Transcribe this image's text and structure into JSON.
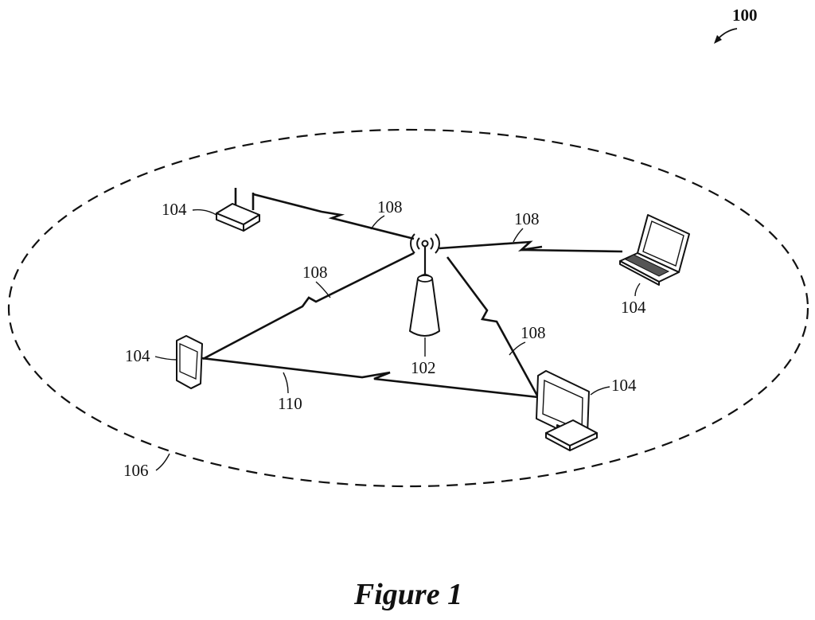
{
  "figure": {
    "caption": "Figure 1",
    "system_ref": "100",
    "coverage_area_ref": "106",
    "base_station_ref": "102",
    "device_refs": {
      "router": "104",
      "laptop": "104",
      "tablet": "104",
      "monitor": "104"
    },
    "link_refs": {
      "router_link": "108",
      "laptop_link": "108",
      "tablet_link": "108",
      "monitor_link": "108",
      "direct_link": "110"
    }
  },
  "nodes": [
    {
      "id": "base-station",
      "type": "cell-tower",
      "ref": "102"
    },
    {
      "id": "router",
      "type": "wireless-router",
      "ref": "104"
    },
    {
      "id": "laptop",
      "type": "laptop",
      "ref": "104"
    },
    {
      "id": "tablet",
      "type": "tablet",
      "ref": "104"
    },
    {
      "id": "monitor",
      "type": "display-monitor",
      "ref": "104"
    }
  ],
  "edges": [
    {
      "from": "base-station",
      "to": "router",
      "ref": "108",
      "style": "wireless"
    },
    {
      "from": "base-station",
      "to": "laptop",
      "ref": "108",
      "style": "wireless"
    },
    {
      "from": "base-station",
      "to": "tablet",
      "ref": "108",
      "style": "wireless"
    },
    {
      "from": "base-station",
      "to": "monitor",
      "ref": "108",
      "style": "wireless"
    },
    {
      "from": "tablet",
      "to": "monitor",
      "ref": "110",
      "style": "wireless"
    }
  ],
  "icons": [
    "lightning-link-icon",
    "cell-tower-icon",
    "router-icon",
    "laptop-icon",
    "tablet-icon",
    "monitor-icon",
    "arrow-icon"
  ]
}
